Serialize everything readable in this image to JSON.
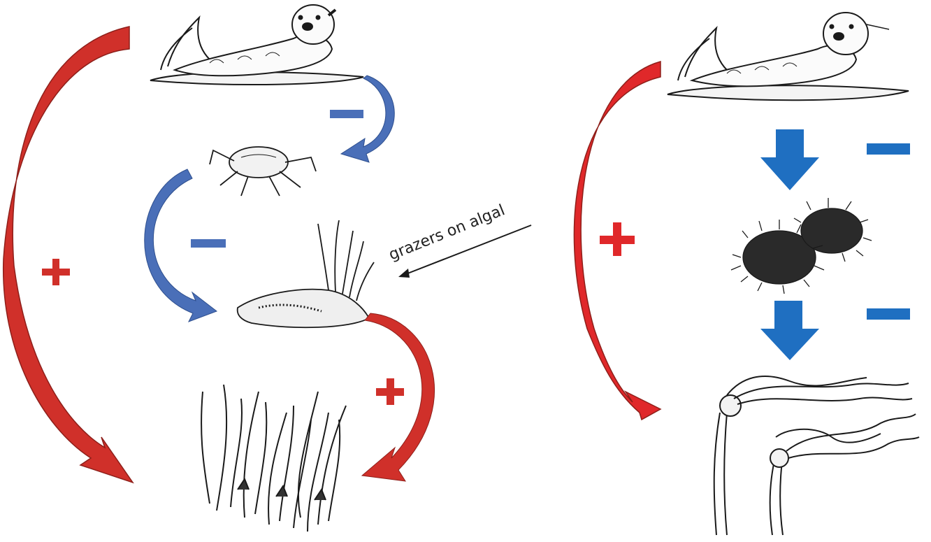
{
  "annotation": {
    "text": "grazers on algal"
  },
  "signs": {
    "plus": "+",
    "minus": "−"
  },
  "colors": {
    "positive": "#d0302a",
    "negative_left": "#4a6fb8",
    "negative_right": "#1f6fc1",
    "ink": "#1a1a1a"
  },
  "left_web": {
    "organisms": [
      "sea-otter",
      "crab",
      "sea-hare-grazer",
      "seagrass"
    ],
    "interactions": [
      {
        "from": "sea-otter",
        "to": "crab",
        "sign": "−"
      },
      {
        "from": "crab",
        "to": "sea-hare-grazer",
        "sign": "−"
      },
      {
        "from": "sea-hare-grazer",
        "to": "seagrass",
        "sign": "+"
      },
      {
        "from": "sea-otter",
        "to": "seagrass",
        "sign": "+"
      }
    ]
  },
  "right_web": {
    "organisms": [
      "sea-otter",
      "sea-urchins",
      "kelp"
    ],
    "interactions": [
      {
        "from": "sea-otter",
        "to": "sea-urchins",
        "sign": "−"
      },
      {
        "from": "sea-urchins",
        "to": "kelp",
        "sign": "−"
      },
      {
        "from": "sea-otter",
        "to": "kelp",
        "sign": "+"
      }
    ]
  }
}
